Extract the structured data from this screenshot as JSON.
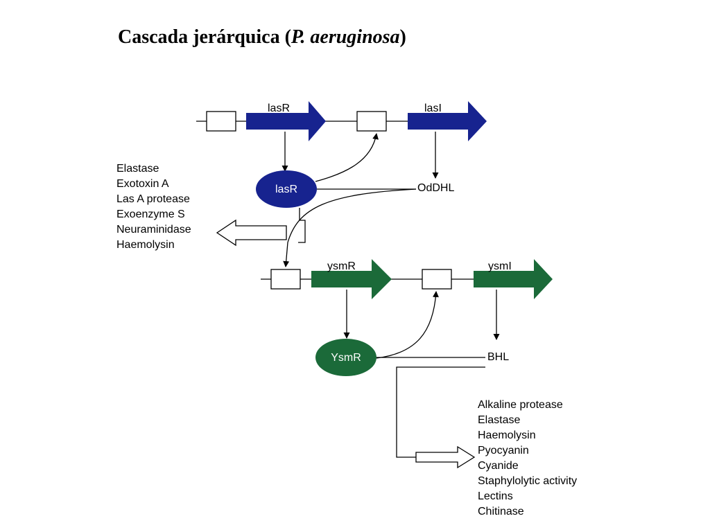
{
  "title": {
    "main": "Cascada jerárquica (",
    "species": "P. aeruginosa",
    "close": ")"
  },
  "colors": {
    "las": "#17238f",
    "ysm": "#1b6a39",
    "line": "#000000"
  },
  "las_system": {
    "gene_r": "lasR",
    "gene_i": "lasI",
    "protein": "lasR",
    "signal": "OdDHL",
    "products": [
      "Elastase",
      "Exotoxin A",
      "Las A protease",
      "Exoenzyme S",
      "Neuraminidase",
      "Haemolysin"
    ]
  },
  "ysm_system": {
    "gene_r": "ysmR",
    "gene_i": "ysmI",
    "protein": "YsmR",
    "signal": "BHL",
    "products": [
      "Alkaline protease",
      "Elastase",
      "Haemolysin",
      "Pyocyanin",
      "Cyanide",
      "Staphylolytic activity",
      "Lectins",
      "Chitinase"
    ]
  }
}
